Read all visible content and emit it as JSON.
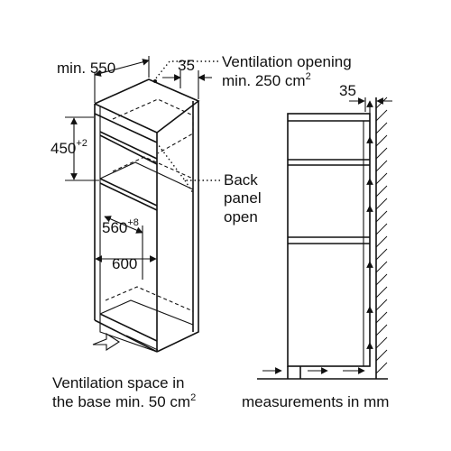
{
  "labels": {
    "min_depth": "min. 550",
    "vent_opening_line1": "Ventilation opening",
    "vent_opening_line2": "min. 250 cm",
    "vent_opening_sup": "2",
    "dim_35_left": "35",
    "dim_35_right": "35",
    "height_450": "450",
    "height_450_sup": "+2",
    "back_panel_line1": "Back",
    "back_panel_line2": "panel",
    "back_panel_line3": "open",
    "width_560": "560",
    "width_560_sup": "+8",
    "width_600": "600",
    "base_vent_line1": "Ventilation space in",
    "base_vent_line2": "the base min. 50 cm",
    "base_vent_sup": "2",
    "units_note": "measurements in mm"
  },
  "colors": {
    "line": "#111111",
    "background": "#ffffff"
  }
}
